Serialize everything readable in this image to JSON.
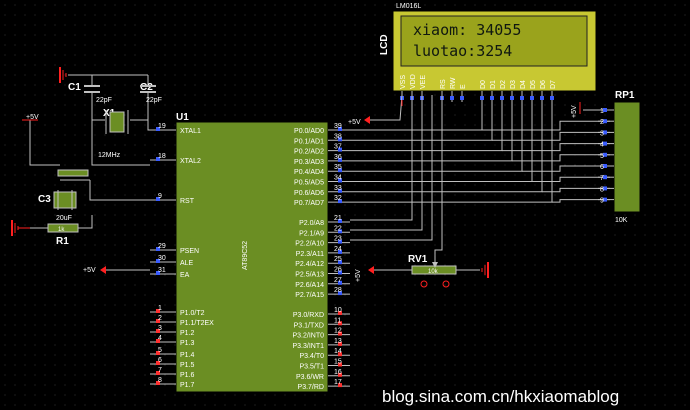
{
  "lcd": {
    "model": "LM016L",
    "ref": "LCD",
    "line1": "xiaom:  34055",
    "line2": "luotao:3254",
    "pins": [
      "VSS",
      "VDD",
      "VEE",
      "RS",
      "RW",
      "E",
      "D0",
      "D1",
      "D2",
      "D3",
      "D4",
      "D5",
      "D6",
      "D7"
    ]
  },
  "mcu": {
    "ref": "U1",
    "part": "AT89C52",
    "left_pins": [
      "XTAL1",
      "XTAL2",
      "RST",
      "PSEN",
      "ALE",
      "EA",
      "P1.0/T2",
      "P1.1/T2EX",
      "P1.2",
      "P1.3",
      "P1.4",
      "P1.5",
      "P1.6",
      "P1.7"
    ],
    "left_nums": [
      "19",
      "18",
      "9",
      "29",
      "30",
      "31",
      "1",
      "2",
      "3",
      "4",
      "5",
      "6",
      "7",
      "8"
    ],
    "right_pins": [
      "P0.0/AD0",
      "P0.1/AD1",
      "P0.2/AD2",
      "P0.3/AD3",
      "P0.4/AD4",
      "P0.5/AD5",
      "P0.6/AD6",
      "P0.7/AD7",
      "P2.0/A8",
      "P2.1/A9",
      "P2.2/A10",
      "P2.3/A11",
      "P2.4/A12",
      "P2.5/A13",
      "P2.6/A14",
      "P2.7/A15",
      "P3.0/RXD",
      "P3.1/TXD",
      "P3.2/INT0",
      "P3.3/INT1",
      "P3.4/T0",
      "P3.5/T1",
      "P3.6/WR",
      "P3.7/RD"
    ],
    "right_nums": [
      "39",
      "38",
      "37",
      "36",
      "35",
      "34",
      "33",
      "32",
      "21",
      "22",
      "23",
      "24",
      "25",
      "26",
      "27",
      "28",
      "10",
      "11",
      "12",
      "13",
      "14",
      "15",
      "16",
      "17"
    ]
  },
  "c1": {
    "ref": "C1",
    "value": "22pF"
  },
  "c2": {
    "ref": "C2",
    "value": "22pF"
  },
  "x1": {
    "ref": "X1",
    "value": "12MHz"
  },
  "c3": {
    "ref": "C3",
    "value": "20uF"
  },
  "r1": {
    "ref": "R1",
    "value": "1k"
  },
  "rv1": {
    "ref": "RV1",
    "value": "10k"
  },
  "rp1": {
    "ref": "RP1",
    "value": "10K",
    "nums": [
      "1",
      "2",
      "3",
      "4",
      "5",
      "6",
      "7",
      "8",
      "9"
    ]
  },
  "power": {
    "vcc": "+5V"
  },
  "watermark": "blog.sina.com.cn/hkxiaomablog",
  "colors": {
    "chip": "#6b8e23",
    "lcd_body": "#c8c832",
    "lcd_screen": "#9aa31c",
    "wire": "#c0c0c0",
    "power": "#ff2020"
  }
}
